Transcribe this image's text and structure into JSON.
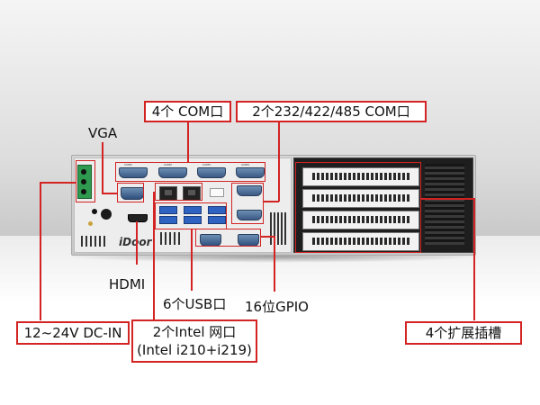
{
  "labels": {
    "com4": "4个 COM口",
    "com_rs": "2个232/422/485 COM口",
    "vga": "VGA",
    "hdmi": "HDMI",
    "usb": "6个USB口",
    "gpio": "16位GPIO",
    "dcin": "12~24V DC-IN",
    "lan_line1": "2个Intel 网口",
    "lan_line2": "(Intel i210+i219)",
    "expansion": "4个扩展插槽"
  },
  "brand": "iDoor",
  "colors": {
    "highlight": "#d32323",
    "port_blue": "#3b5a86",
    "usb_blue": "#2f63c2",
    "terminal_green": "#2e9a4f"
  }
}
